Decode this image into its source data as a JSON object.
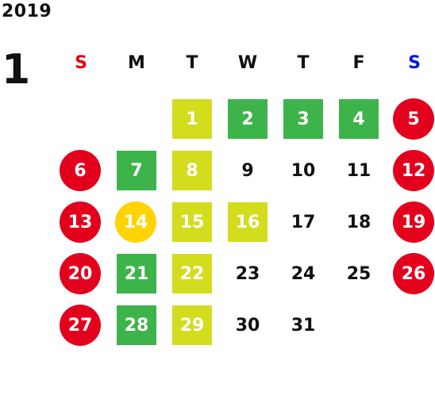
{
  "year": "2019",
  "month": "1",
  "colors": {
    "sunday": "#e60012",
    "saturday": "#0018d9",
    "holiday": "#e2001d",
    "green": "#3cb44a",
    "lime": "#d4dc1e",
    "gold": "#ffd400",
    "text": "#111111"
  },
  "weekdays": [
    {
      "label": "S",
      "color": "#e60012"
    },
    {
      "label": "M",
      "color": "#111111"
    },
    {
      "label": "T",
      "color": "#111111"
    },
    {
      "label": "W",
      "color": "#111111"
    },
    {
      "label": "T",
      "color": "#111111"
    },
    {
      "label": "F",
      "color": "#111111"
    },
    {
      "label": "S",
      "color": "#0018d9"
    }
  ],
  "days": [
    {
      "day": "",
      "style": "none"
    },
    {
      "day": "",
      "style": "none"
    },
    {
      "day": "1",
      "style": "lime"
    },
    {
      "day": "2",
      "style": "green"
    },
    {
      "day": "3",
      "style": "green"
    },
    {
      "day": "4",
      "style": "green"
    },
    {
      "day": "5",
      "style": "red"
    },
    {
      "day": "6",
      "style": "red"
    },
    {
      "day": "7",
      "style": "green"
    },
    {
      "day": "8",
      "style": "lime"
    },
    {
      "day": "9",
      "style": "plain"
    },
    {
      "day": "10",
      "style": "plain"
    },
    {
      "day": "11",
      "style": "plain"
    },
    {
      "day": "12",
      "style": "red"
    },
    {
      "day": "13",
      "style": "red"
    },
    {
      "day": "14",
      "style": "gold"
    },
    {
      "day": "15",
      "style": "lime"
    },
    {
      "day": "16",
      "style": "lime"
    },
    {
      "day": "17",
      "style": "plain"
    },
    {
      "day": "18",
      "style": "plain"
    },
    {
      "day": "19",
      "style": "red"
    },
    {
      "day": "20",
      "style": "red"
    },
    {
      "day": "21",
      "style": "green"
    },
    {
      "day": "22",
      "style": "lime"
    },
    {
      "day": "23",
      "style": "plain"
    },
    {
      "day": "24",
      "style": "plain"
    },
    {
      "day": "25",
      "style": "plain"
    },
    {
      "day": "26",
      "style": "red"
    },
    {
      "day": "27",
      "style": "red"
    },
    {
      "day": "28",
      "style": "green"
    },
    {
      "day": "29",
      "style": "lime"
    },
    {
      "day": "30",
      "style": "plain"
    },
    {
      "day": "31",
      "style": "plain"
    },
    {
      "day": "",
      "style": "none"
    },
    {
      "day": "",
      "style": "none"
    }
  ]
}
